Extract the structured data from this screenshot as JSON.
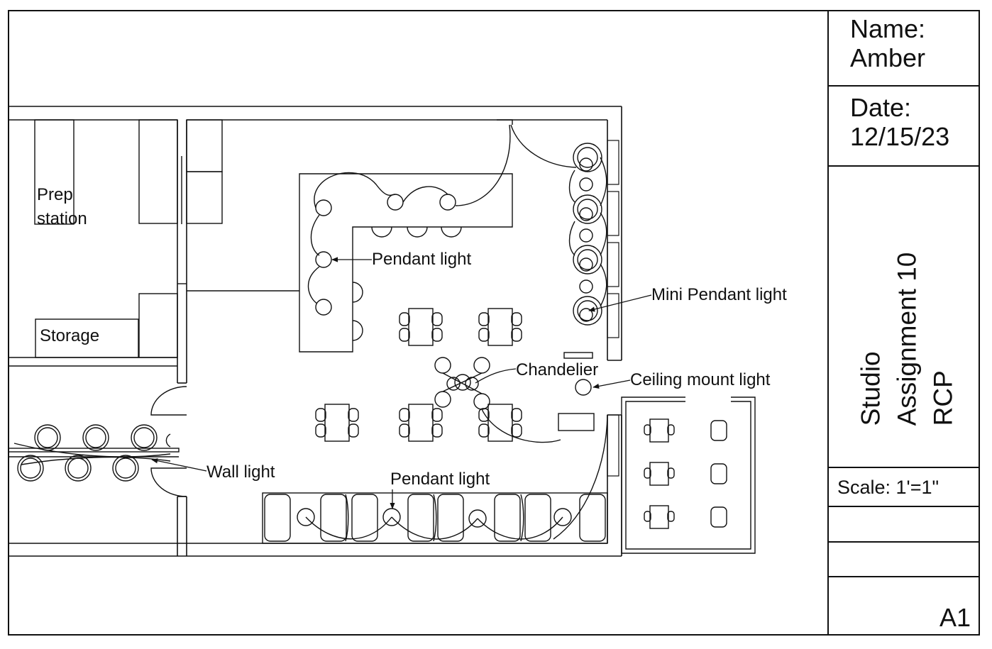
{
  "title_block": {
    "name_label": "Name:",
    "name_value": "Amber",
    "date_label": "Date:",
    "date_value": "12/15/23",
    "title_lines": [
      "Studio",
      "Assignment 10",
      "RCP"
    ],
    "scale": "Scale: 1'=1\"",
    "sheet": "A1"
  },
  "rooms": {
    "prep": [
      "Prep",
      "station"
    ],
    "storage": "Storage"
  },
  "labels": {
    "pendant_upper": "Pendant light",
    "mini_pendant": "Mini Pendant light",
    "chandelier": "Chandelier",
    "ceiling_mount": "Ceiling mount light",
    "wall_light": "Wall light",
    "pendant_lower": "Pendant light"
  }
}
